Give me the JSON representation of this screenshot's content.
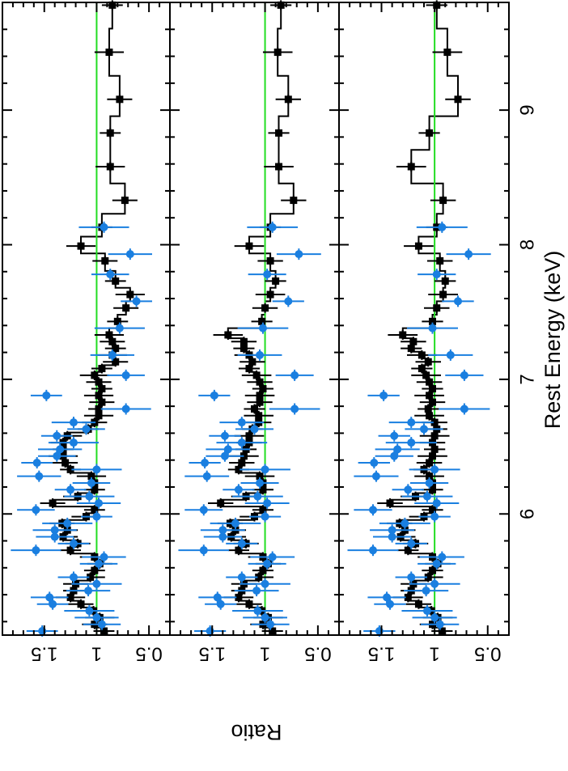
{
  "chart_data": {
    "type": "scatter",
    "orientation": "rotated 90 degrees (energy axis runs top to bottom, ratio axis right to left, labels rotated)",
    "xlabel": "Rest Energy (keV)",
    "ylabel": "Ratio",
    "xlim": [
      5.1,
      9.8
    ],
    "ylim": [
      0.3,
      1.9
    ],
    "x_ticks": [
      6,
      7,
      8,
      9
    ],
    "x_tick_labels": [
      "6",
      "7",
      "8",
      "9"
    ],
    "y_ticks": [
      0.5,
      1,
      1.5
    ],
    "y_tick_labels": [
      "0.5",
      "1",
      "1.5"
    ],
    "reference_line": {
      "y": 1,
      "color": "#22dd22"
    },
    "colors": {
      "black_series": "#000000",
      "blue_series": "#1a7fe0",
      "reference": "#22dd22",
      "axes": "#000000"
    },
    "panels": [
      {
        "black": [
          [
            5.13,
            0.93
          ],
          [
            5.18,
            1.02
          ],
          [
            5.23,
            0.97
          ],
          [
            5.28,
            1.03
          ],
          [
            5.33,
            1.15
          ],
          [
            5.38,
            1.25
          ],
          [
            5.43,
            1.22
          ],
          [
            5.48,
            1.2
          ],
          [
            5.53,
            1.06
          ],
          [
            5.58,
            1.02
          ],
          [
            5.63,
            0.97
          ],
          [
            5.68,
            1.02
          ],
          [
            5.73,
            1.25
          ],
          [
            5.78,
            1.18
          ],
          [
            5.83,
            1.32
          ],
          [
            5.88,
            1.28
          ],
          [
            5.93,
            1.33
          ],
          [
            5.98,
            1.1
          ],
          [
            6.03,
            1.02
          ],
          [
            6.08,
            1.42
          ],
          [
            6.13,
            1.18
          ],
          [
            6.18,
            1.02
          ],
          [
            6.23,
            1.02
          ],
          [
            6.28,
            1.05
          ],
          [
            6.33,
            1.25
          ],
          [
            6.38,
            1.3
          ],
          [
            6.43,
            1.32
          ],
          [
            6.48,
            1.32
          ],
          [
            6.53,
            1.32
          ],
          [
            6.58,
            1.28
          ],
          [
            6.63,
            1.08
          ],
          [
            6.68,
            1.02
          ],
          [
            6.73,
            0.98
          ],
          [
            6.78,
            0.98
          ],
          [
            6.83,
            0.95
          ],
          [
            6.88,
            0.98
          ],
          [
            6.93,
            0.95
          ],
          [
            6.98,
            0.98
          ],
          [
            7.03,
            1.02
          ],
          [
            7.08,
            0.95
          ],
          [
            7.13,
            0.82
          ],
          [
            7.18,
            0.85
          ],
          [
            7.23,
            0.82
          ],
          [
            7.28,
            0.85
          ],
          [
            7.33,
            0.88
          ],
          [
            7.43,
            0.8
          ],
          [
            7.53,
            0.72
          ],
          [
            7.63,
            0.68
          ],
          [
            7.73,
            0.82
          ],
          [
            7.88,
            0.92
          ],
          [
            7.99,
            1.15
          ],
          [
            8.13,
            0.95
          ],
          [
            8.33,
            0.73
          ],
          [
            8.58,
            0.87
          ],
          [
            8.83,
            0.87
          ],
          [
            9.08,
            0.78
          ],
          [
            9.43,
            0.88
          ],
          [
            9.78,
            0.85
          ]
        ],
        "blue": [
          [
            5.13,
            1.52
          ],
          [
            5.18,
            0.95
          ],
          [
            5.23,
            1.0
          ],
          [
            5.28,
            1.07
          ],
          [
            5.33,
            1.42
          ],
          [
            5.38,
            1.45
          ],
          [
            5.43,
            1.08
          ],
          [
            5.48,
            1.0
          ],
          [
            5.53,
            1.22
          ],
          [
            5.63,
            0.98
          ],
          [
            5.68,
            0.93
          ],
          [
            5.73,
            1.58
          ],
          [
            5.78,
            1.22
          ],
          [
            5.83,
            1.4
          ],
          [
            5.88,
            1.4
          ],
          [
            5.93,
            1.28
          ],
          [
            5.98,
            1.0
          ],
          [
            6.03,
            1.58
          ],
          [
            6.08,
            0.98
          ],
          [
            6.13,
            1.07
          ],
          [
            6.18,
            1.25
          ],
          [
            6.23,
            1.05
          ],
          [
            6.28,
            1.55
          ],
          [
            6.33,
            1.0
          ],
          [
            6.38,
            1.57
          ],
          [
            6.43,
            1.38
          ],
          [
            6.48,
            1.35
          ],
          [
            6.53,
            1.22
          ],
          [
            6.58,
            1.38
          ],
          [
            6.63,
            1.1
          ],
          [
            6.68,
            1.22
          ],
          [
            6.78,
            0.72
          ],
          [
            6.88,
            1.48
          ],
          [
            7.03,
            0.72
          ],
          [
            7.18,
            0.85
          ],
          [
            7.38,
            0.78
          ],
          [
            7.58,
            0.62
          ],
          [
            7.78,
            0.87
          ],
          [
            7.93,
            0.68
          ],
          [
            8.13,
            0.93
          ]
        ]
      },
      {
        "black": [
          [
            5.13,
            0.93
          ],
          [
            5.18,
            1.02
          ],
          [
            5.23,
            0.97
          ],
          [
            5.28,
            1.03
          ],
          [
            5.33,
            1.15
          ],
          [
            5.38,
            1.25
          ],
          [
            5.43,
            1.22
          ],
          [
            5.48,
            1.2
          ],
          [
            5.53,
            1.06
          ],
          [
            5.58,
            1.02
          ],
          [
            5.63,
            0.97
          ],
          [
            5.68,
            1.02
          ],
          [
            5.73,
            1.25
          ],
          [
            5.78,
            1.18
          ],
          [
            5.83,
            1.32
          ],
          [
            5.88,
            1.28
          ],
          [
            5.93,
            1.33
          ],
          [
            5.98,
            1.1
          ],
          [
            6.03,
            1.02
          ],
          [
            6.08,
            1.42
          ],
          [
            6.13,
            1.18
          ],
          [
            6.18,
            1.02
          ],
          [
            6.23,
            1.02
          ],
          [
            6.28,
            1.05
          ],
          [
            6.33,
            1.25
          ],
          [
            6.38,
            1.22
          ],
          [
            6.43,
            1.2
          ],
          [
            6.48,
            1.18
          ],
          [
            6.53,
            1.15
          ],
          [
            6.58,
            1.15
          ],
          [
            6.63,
            1.12
          ],
          [
            6.68,
            1.06
          ],
          [
            6.73,
            1.06
          ],
          [
            6.78,
            1.1
          ],
          [
            6.83,
            1.05
          ],
          [
            6.88,
            1.05
          ],
          [
            6.93,
            1.02
          ],
          [
            6.98,
            1.05
          ],
          [
            7.03,
            1.08
          ],
          [
            7.08,
            1.15
          ],
          [
            7.13,
            1.12
          ],
          [
            7.18,
            1.15
          ],
          [
            7.23,
            1.2
          ],
          [
            7.28,
            1.2
          ],
          [
            7.33,
            1.35
          ],
          [
            7.43,
            1.03
          ],
          [
            7.53,
            1.0
          ],
          [
            7.63,
            0.95
          ],
          [
            7.73,
            0.9
          ],
          [
            7.88,
            0.95
          ],
          [
            7.99,
            1.15
          ],
          [
            8.13,
            0.95
          ],
          [
            8.33,
            0.73
          ],
          [
            8.58,
            0.87
          ],
          [
            8.83,
            0.87
          ],
          [
            9.08,
            0.78
          ],
          [
            9.43,
            0.88
          ],
          [
            9.78,
            0.85
          ]
        ],
        "blue": [
          [
            5.13,
            1.52
          ],
          [
            5.18,
            0.95
          ],
          [
            5.23,
            1.0
          ],
          [
            5.28,
            1.07
          ],
          [
            5.33,
            1.42
          ],
          [
            5.38,
            1.45
          ],
          [
            5.43,
            1.08
          ],
          [
            5.48,
            1.0
          ],
          [
            5.53,
            1.22
          ],
          [
            5.63,
            0.98
          ],
          [
            5.68,
            0.93
          ],
          [
            5.73,
            1.58
          ],
          [
            5.78,
            1.22
          ],
          [
            5.83,
            1.4
          ],
          [
            5.88,
            1.4
          ],
          [
            5.93,
            1.28
          ],
          [
            5.98,
            1.0
          ],
          [
            6.03,
            1.58
          ],
          [
            6.08,
            0.98
          ],
          [
            6.13,
            1.07
          ],
          [
            6.18,
            1.25
          ],
          [
            6.23,
            1.05
          ],
          [
            6.28,
            1.55
          ],
          [
            6.33,
            1.0
          ],
          [
            6.38,
            1.57
          ],
          [
            6.43,
            1.38
          ],
          [
            6.48,
            1.35
          ],
          [
            6.53,
            1.22
          ],
          [
            6.58,
            1.38
          ],
          [
            6.63,
            1.1
          ],
          [
            6.68,
            1.22
          ],
          [
            6.78,
            0.72
          ],
          [
            6.88,
            1.48
          ],
          [
            7.03,
            0.72
          ],
          [
            7.18,
            1.05
          ],
          [
            7.38,
            1.02
          ],
          [
            7.58,
            0.78
          ],
          [
            7.78,
            0.98
          ],
          [
            7.93,
            0.68
          ],
          [
            8.13,
            0.93
          ]
        ]
      },
      {
        "black": [
          [
            5.13,
            0.93
          ],
          [
            5.18,
            1.02
          ],
          [
            5.23,
            0.97
          ],
          [
            5.28,
            1.03
          ],
          [
            5.33,
            1.15
          ],
          [
            5.38,
            1.25
          ],
          [
            5.43,
            1.22
          ],
          [
            5.48,
            1.2
          ],
          [
            5.53,
            1.06
          ],
          [
            5.58,
            1.02
          ],
          [
            5.63,
            0.97
          ],
          [
            5.68,
            1.02
          ],
          [
            5.73,
            1.25
          ],
          [
            5.78,
            1.18
          ],
          [
            5.83,
            1.32
          ],
          [
            5.88,
            1.28
          ],
          [
            5.93,
            1.33
          ],
          [
            5.98,
            1.1
          ],
          [
            6.03,
            1.02
          ],
          [
            6.08,
            1.42
          ],
          [
            6.13,
            1.18
          ],
          [
            6.18,
            1.02
          ],
          [
            6.23,
            1.02
          ],
          [
            6.28,
            1.05
          ],
          [
            6.33,
            1.1
          ],
          [
            6.38,
            1.05
          ],
          [
            6.43,
            1.02
          ],
          [
            6.48,
            1.0
          ],
          [
            6.53,
            1.02
          ],
          [
            6.58,
            1.0
          ],
          [
            6.63,
            0.98
          ],
          [
            6.68,
            1.0
          ],
          [
            6.73,
            1.05
          ],
          [
            6.78,
            1.06
          ],
          [
            6.83,
            1.02
          ],
          [
            6.88,
            1.05
          ],
          [
            6.93,
            1.02
          ],
          [
            6.98,
            1.05
          ],
          [
            7.03,
            1.08
          ],
          [
            7.08,
            1.12
          ],
          [
            7.13,
            1.06
          ],
          [
            7.18,
            1.12
          ],
          [
            7.23,
            1.22
          ],
          [
            7.28,
            1.2
          ],
          [
            7.33,
            1.3
          ],
          [
            7.43,
            1.02
          ],
          [
            7.53,
            0.98
          ],
          [
            7.63,
            0.92
          ],
          [
            7.73,
            0.9
          ],
          [
            7.88,
            0.95
          ],
          [
            7.99,
            1.15
          ],
          [
            8.13,
            0.98
          ],
          [
            8.33,
            0.92
          ],
          [
            8.58,
            1.22
          ],
          [
            8.83,
            1.05
          ],
          [
            9.08,
            0.78
          ],
          [
            9.43,
            0.88
          ],
          [
            9.78,
            0.98
          ]
        ],
        "blue": [
          [
            5.13,
            1.52
          ],
          [
            5.18,
            0.95
          ],
          [
            5.23,
            1.0
          ],
          [
            5.28,
            1.07
          ],
          [
            5.33,
            1.42
          ],
          [
            5.38,
            1.45
          ],
          [
            5.43,
            1.08
          ],
          [
            5.48,
            1.0
          ],
          [
            5.53,
            1.22
          ],
          [
            5.63,
            0.98
          ],
          [
            5.68,
            0.93
          ],
          [
            5.73,
            1.58
          ],
          [
            5.78,
            1.22
          ],
          [
            5.83,
            1.4
          ],
          [
            5.88,
            1.4
          ],
          [
            5.93,
            1.28
          ],
          [
            5.98,
            1.0
          ],
          [
            6.03,
            1.58
          ],
          [
            6.08,
            0.98
          ],
          [
            6.13,
            1.07
          ],
          [
            6.18,
            1.25
          ],
          [
            6.23,
            1.05
          ],
          [
            6.28,
            1.55
          ],
          [
            6.33,
            1.0
          ],
          [
            6.38,
            1.57
          ],
          [
            6.43,
            1.38
          ],
          [
            6.48,
            1.35
          ],
          [
            6.53,
            1.22
          ],
          [
            6.58,
            1.38
          ],
          [
            6.63,
            1.1
          ],
          [
            6.68,
            1.22
          ],
          [
            6.78,
            0.72
          ],
          [
            6.88,
            1.48
          ],
          [
            7.03,
            0.72
          ],
          [
            7.18,
            0.85
          ],
          [
            7.38,
            1.02
          ],
          [
            7.58,
            0.78
          ],
          [
            7.78,
            0.98
          ],
          [
            7.93,
            0.68
          ],
          [
            8.13,
            0.93
          ]
        ]
      }
    ]
  }
}
